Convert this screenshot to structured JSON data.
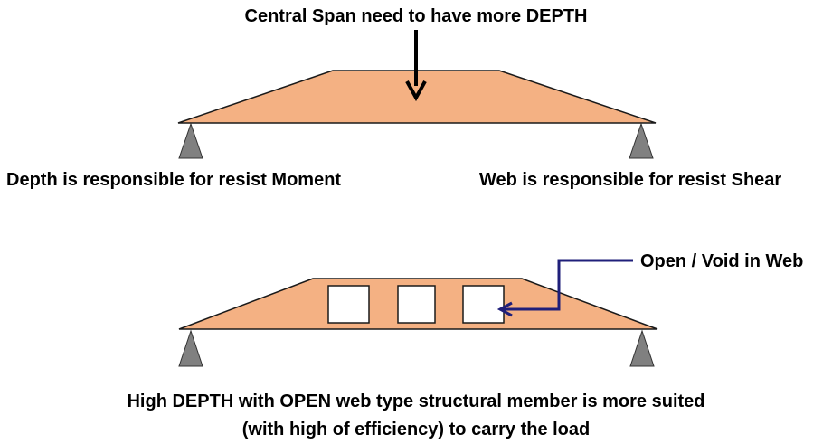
{
  "title_label": "Central Span need to have more DEPTH",
  "moment_label": "Depth is responsible for resist Moment",
  "shear_label": "Web is responsible for resist Shear",
  "void_label": "Open / Void in Web",
  "caption": {
    "line1": "High DEPTH with OPEN web type structural member is more suited",
    "line2": "(with high of efficiency) to carry the load"
  },
  "colors": {
    "beam_fill": "#F4B183",
    "beam_stroke": "#1a1a1a",
    "support_fill": "#808080",
    "leader_line": "#1F1F7A",
    "text": "#000000"
  }
}
